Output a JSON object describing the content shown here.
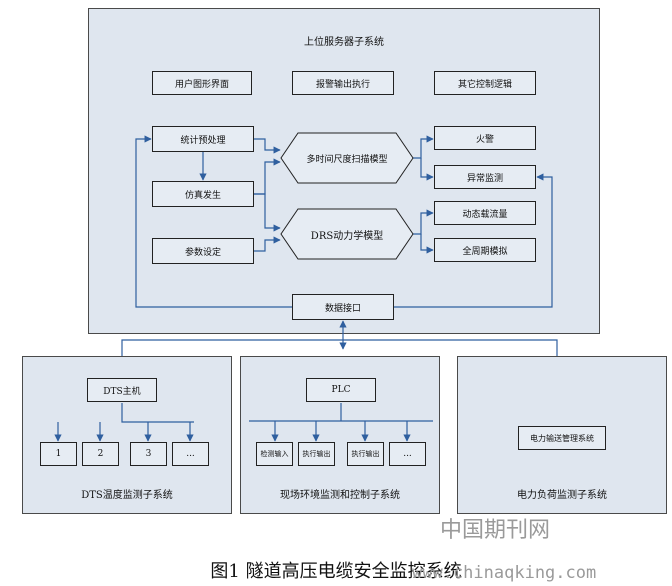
{
  "upper": {
    "title": "上位服务器子系统",
    "top_boxes": [
      "用户图形界面",
      "报警输出执行",
      "其它控制逻辑"
    ],
    "left_boxes": [
      "统计预处理",
      "仿真发生",
      "参数设定"
    ],
    "models": [
      "多时间尺度扫描模型",
      "DRS动力学模型"
    ],
    "right_boxes": [
      "火警",
      "异常监测",
      "动态载流量",
      "全周期模拟"
    ],
    "interface": "数据接口"
  },
  "dts": {
    "title": "DTS温度监测子系统",
    "host": "DTS主机",
    "channels": [
      "1",
      "2",
      "3",
      "..."
    ]
  },
  "field": {
    "title": "现场环境监测和控制子系统",
    "controller": "PLC",
    "modules": [
      "检测输入",
      "执行输出",
      "执行输出",
      "..."
    ]
  },
  "power": {
    "title": "电力负荷监测子系统",
    "box": "电力输送管理系统"
  },
  "caption": "图1 隧道高压电缆安全监控系统",
  "watermark": {
    "cn": "中国期刊网",
    "url": "www.chinaqking.com"
  }
}
